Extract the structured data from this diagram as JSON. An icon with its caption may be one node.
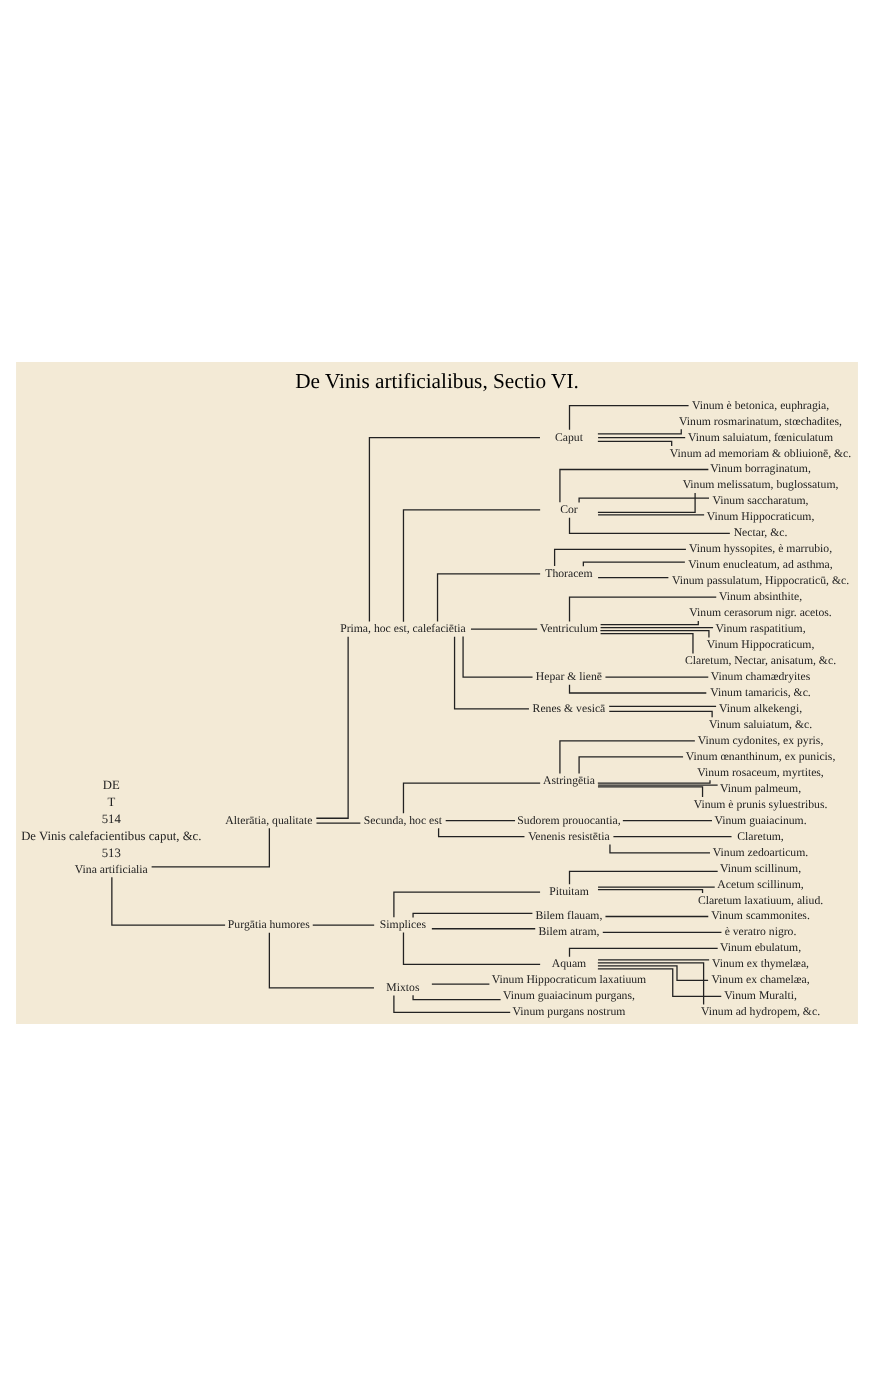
{
  "diagram": {
    "title": "De Vinis artificialibus, Sectio VI.",
    "nodes": [
      {
        "text": [
          "Vina artificialia"
        ]
      },
      {
        "text": [
          "Alterātia, qualitate"
        ]
      },
      {
        "text": [
          "Prima, hoc est, calefaciētia"
        ]
      },
      {
        "text": [
          "Caput"
        ]
      },
      {
        "text": [
          "Vinum è betonica, euphragia,"
        ]
      },
      {
        "text": [
          "Vinum rosmarinatum, stœchadites,"
        ]
      },
      {
        "text": [
          "Vinum saluiatum, fœniculatum"
        ]
      },
      {
        "text": [
          "Vinum ad memoriam & obliuionē, &c."
        ]
      },
      {
        "text": [
          "Cor"
        ]
      },
      {
        "text": [
          "Vinum borraginatum,"
        ]
      },
      {
        "text": [
          "Vinum melissatum, buglossatum,"
        ]
      },
      {
        "text": [
          "Vinum saccharatum,"
        ]
      },
      {
        "text": [
          "Vinum Hippocraticum,"
        ]
      },
      {
        "text": [
          "Nectar, &c."
        ]
      },
      {
        "text": [
          "Thoracem"
        ]
      },
      {
        "text": [
          "Vinum hyssopites, è marrubio,"
        ]
      },
      {
        "text": [
          "Vinum enucleatum, ad asthma,"
        ]
      },
      {
        "text": [
          "Vinum passulatum, Hippocraticū, &c."
        ]
      },
      {
        "text": [
          "Ventriculum"
        ]
      },
      {
        "text": [
          "Vinum absinthite,"
        ]
      },
      {
        "text": [
          "Vinum cerasorum nigr. acetos."
        ]
      },
      {
        "text": [
          "Vinum raspatitium,"
        ]
      },
      {
        "text": [
          "Vinum Hippocraticum,"
        ]
      },
      {
        "text": [
          "Claretum, Nectar, anisatum, &c."
        ]
      },
      {
        "text": [
          "Hepar & lienē"
        ]
      },
      {
        "text": [
          "Vinum chamædryites"
        ]
      },
      {
        "text": [
          "Vinum tamaricis, &c."
        ]
      },
      {
        "text": [
          "Renes & vesicā"
        ]
      },
      {
        "text": [
          "Vinum alkekengi,"
        ]
      },
      {
        "text": [
          "Vinum saluiatum, &c."
        ]
      },
      {
        "text": [
          "Secunda, hoc est"
        ]
      },
      {
        "text": [
          "Astringētia"
        ]
      },
      {
        "text": [
          "Vinum cydonites, ex pyris,"
        ]
      },
      {
        "text": [
          "Vinum œnanthinum, ex punicis,"
        ]
      },
      {
        "text": [
          "Vinum rosaceum, myrtites,"
        ]
      },
      {
        "text": [
          "Vinum palmeum,"
        ]
      },
      {
        "text": [
          "Vinum è prunis syluestribus."
        ]
      },
      {
        "text": [
          "Sudorem prouocantia,"
        ]
      },
      {
        "text": [
          "Vinum guaiacinum."
        ]
      },
      {
        "text": [
          "Venenis resistētia"
        ]
      },
      {
        "text": [
          "Claretum,"
        ]
      },
      {
        "text": [
          "Vinum zedoarticum."
        ]
      },
      {
        "text": [
          "Purgātia humores"
        ]
      },
      {
        "text": [
          "Simplices"
        ]
      },
      {
        "text": [
          "Pituitam"
        ]
      },
      {
        "text": [
          "Vinum scillinum,"
        ]
      },
      {
        "text": [
          "Acetum scillinum,"
        ]
      },
      {
        "text": [
          "Claretum laxatiuum, aliud."
        ]
      },
      {
        "text": [
          "Bilem flauam,"
        ]
      },
      {
        "text": [
          "Vinum scammonites."
        ]
      },
      {
        "text": [
          "Bilem atram,"
        ]
      },
      {
        "text": [
          "è veratro nigro."
        ]
      },
      {
        "text": [
          "Aquam"
        ]
      },
      {
        "text": [
          "Vinum ebulatum,"
        ]
      },
      {
        "text": [
          "Vinum ex thymelæa,"
        ]
      },
      {
        "text": [
          "Vinum ex chamelæa,"
        ]
      },
      {
        "text": [
          "Vinum Muralti,"
        ]
      },
      {
        "text": [
          "Vinum ad hydropem, &c."
        ]
      },
      {
        "text": [
          "Mixtos"
        ]
      },
      {
        "text": [
          "Vinum Hippocraticum laxatiuum"
        ]
      },
      {
        "text": [
          "Vinum guaiacinum purgans,"
        ]
      },
      {
        "text": [
          "Vinum purgans nostrum"
        ]
      }
    ],
    "edges": [
      {
        "from": 0,
        "to": 1,
        "arrow": "none"
      },
      {
        "from": 0,
        "to": 42,
        "arrow": "none"
      },
      {
        "from": 1,
        "to": 2,
        "arrow": "none"
      },
      {
        "from": 1,
        "to": 30,
        "arrow": "none"
      },
      {
        "from": 2,
        "to": 3,
        "arrow": "none"
      },
      {
        "from": 2,
        "to": 8,
        "arrow": "none"
      },
      {
        "from": 2,
        "to": 14,
        "arrow": "none"
      },
      {
        "from": 2,
        "to": 18,
        "arrow": "none"
      },
      {
        "from": 2,
        "to": 24,
        "arrow": "none"
      },
      {
        "from": 2,
        "to": 27,
        "arrow": "none"
      },
      {
        "from": 3,
        "to": 4,
        "arrow": "none"
      },
      {
        "from": 3,
        "to": 5,
        "arrow": "none"
      },
      {
        "from": 3,
        "to": 6,
        "arrow": "none"
      },
      {
        "from": 3,
        "to": 7,
        "arrow": "none"
      },
      {
        "from": 8,
        "to": 9,
        "arrow": "none"
      },
      {
        "from": 8,
        "to": 10,
        "arrow": "none"
      },
      {
        "from": 8,
        "to": 11,
        "arrow": "none"
      },
      {
        "from": 8,
        "to": 12,
        "arrow": "none"
      },
      {
        "from": 8,
        "to": 13,
        "arrow": "none"
      },
      {
        "from": 14,
        "to": 15,
        "arrow": "none"
      },
      {
        "from": 14,
        "to": 16,
        "arrow": "none"
      },
      {
        "from": 14,
        "to": 17,
        "arrow": "none"
      },
      {
        "from": 18,
        "to": 19,
        "arrow": "none"
      },
      {
        "from": 18,
        "to": 20,
        "arrow": "none"
      },
      {
        "from": 18,
        "to": 21,
        "arrow": "none"
      },
      {
        "from": 18,
        "to": 22,
        "arrow": "none"
      },
      {
        "from": 18,
        "to": 23,
        "arrow": "none"
      },
      {
        "from": 24,
        "to": 25,
        "arrow": "none"
      },
      {
        "from": 24,
        "to": 26,
        "arrow": "none"
      },
      {
        "from": 27,
        "to": 28,
        "arrow": "none"
      },
      {
        "from": 27,
        "to": 29,
        "arrow": "none"
      },
      {
        "from": 30,
        "to": 31,
        "arrow": "none"
      },
      {
        "from": 30,
        "to": 37,
        "arrow": "none"
      },
      {
        "from": 30,
        "to": 39,
        "arrow": "none"
      },
      {
        "from": 31,
        "to": 32,
        "arrow": "none"
      },
      {
        "from": 31,
        "to": 33,
        "arrow": "none"
      },
      {
        "from": 31,
        "to": 34,
        "arrow": "none"
      },
      {
        "from": 31,
        "to": 35,
        "arrow": "none"
      },
      {
        "from": 31,
        "to": 36,
        "arrow": "none"
      },
      {
        "from": 37,
        "to": 38,
        "arrow": "none"
      },
      {
        "from": 39,
        "to": 40,
        "arrow": "none"
      },
      {
        "from": 39,
        "to": 41,
        "arrow": "none"
      },
      {
        "from": 42,
        "to": 43,
        "arrow": "none"
      },
      {
        "from": 42,
        "to": 58,
        "arrow": "none"
      },
      {
        "from": 43,
        "to": 44,
        "arrow": "none"
      },
      {
        "from": 43,
        "to": 48,
        "arrow": "none"
      },
      {
        "from": 43,
        "to": 50,
        "arrow": "none"
      },
      {
        "from": 43,
        "to": 52,
        "arrow": "none"
      },
      {
        "from": 44,
        "to": 45,
        "arrow": "none"
      },
      {
        "from": 44,
        "to": 46,
        "arrow": "none"
      },
      {
        "from": 44,
        "to": 47,
        "arrow": "none"
      },
      {
        "from": 48,
        "to": 49,
        "arrow": "none"
      },
      {
        "from": 50,
        "to": 51,
        "arrow": "none"
      },
      {
        "from": 52,
        "to": 53,
        "arrow": "none"
      },
      {
        "from": 52,
        "to": 54,
        "arrow": "none"
      },
      {
        "from": 52,
        "to": 55,
        "arrow": "none"
      },
      {
        "from": 52,
        "to": 56,
        "arrow": "none"
      },
      {
        "from": 52,
        "to": 57,
        "arrow": "none"
      },
      {
        "from": 58,
        "to": 59,
        "arrow": "none"
      },
      {
        "from": 58,
        "to": 60,
        "arrow": "none"
      },
      {
        "from": 58,
        "to": 61,
        "arrow": "none"
      }
    ],
    "labels": [
      "513",
      "De Vinis calefacientibus caput, &c.",
      "514",
      "T",
      "DE"
    ]
  }
}
